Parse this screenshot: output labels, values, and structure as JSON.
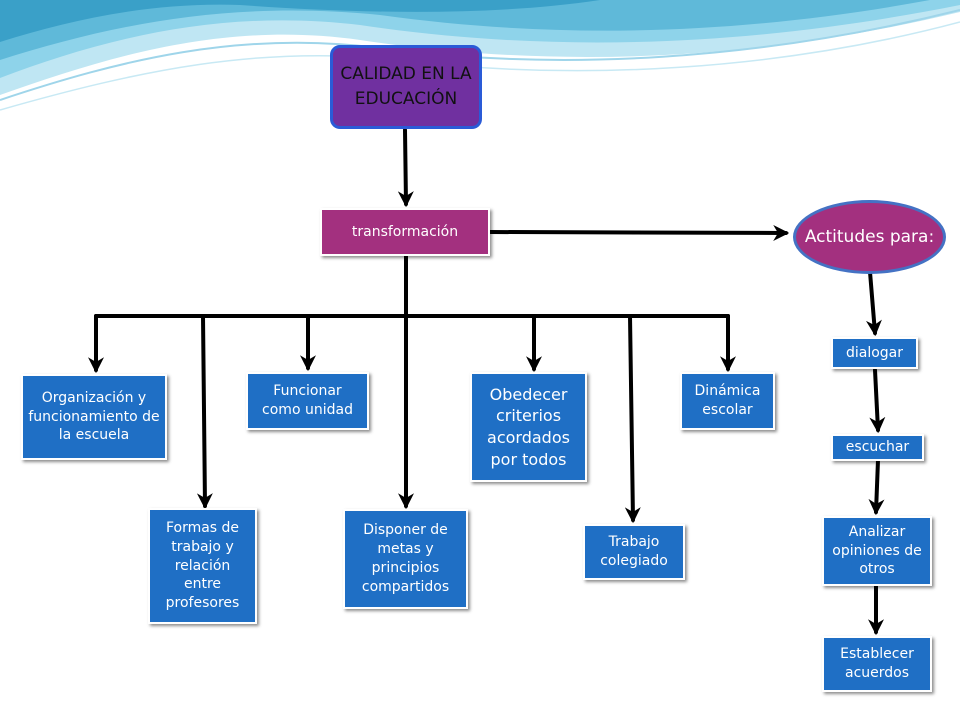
{
  "diagram": {
    "root": "CALIDAD EN LA EDUCACIÓN",
    "transformation": "transformación",
    "attitudes_title": "Actitudes para:",
    "branches": [
      "Organización y funcionamiento de la escuela",
      "Formas de trabajo y relación entre profesores",
      "Funcionar como unidad",
      "Disponer de metas y principios compartidos",
      "Obedecer criterios acordados por todos",
      "Trabajo colegiado",
      "Dinámica escolar"
    ],
    "attitudes": [
      "dialogar",
      "escuchar",
      "Analizar opiniones de otros",
      "Establecer acuerdos"
    ]
  },
  "colors": {
    "box_blue": "#1f6fc5",
    "transform_magenta": "#a3307f",
    "title_purple": "#7030a0",
    "wave_teal": "#5fb9d9",
    "arrow": "#000000"
  }
}
